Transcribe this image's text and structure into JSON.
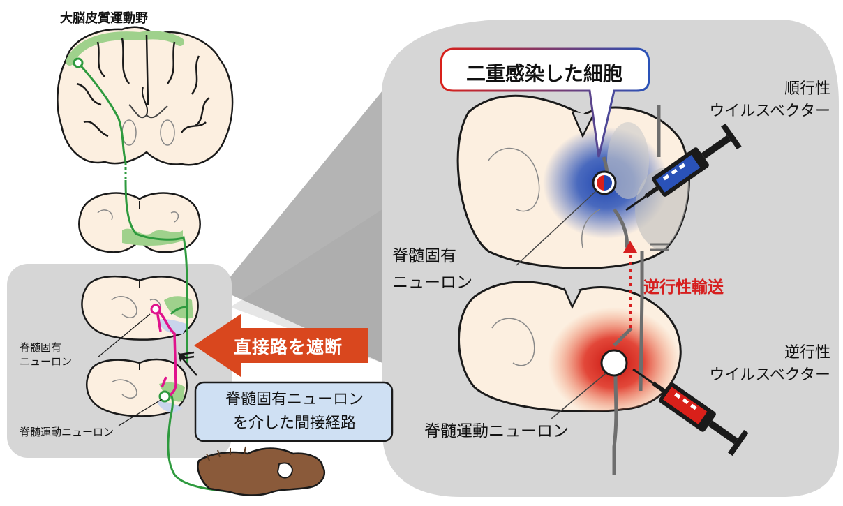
{
  "labels": {
    "motor_cortex": "大脳皮質運動野",
    "propriospinal_left": [
      "脊髄固有",
      "ニューロン"
    ],
    "motoneuron_left": "脊髄運動ニューロン",
    "block_arrow": "直接路を遮断",
    "indirect_box": [
      "脊髄固有ニューロン",
      "を介した間接経路"
    ],
    "double_infected": "二重感染した細胞",
    "anterograde": [
      "順行性",
      "ウイルスベクター"
    ],
    "propriospinal_right": [
      "脊髄固有",
      "ニューロン"
    ],
    "retrograde_transport": "逆行性輸送",
    "retrograde": [
      "逆行性",
      "ウイルスベクター"
    ],
    "motoneuron_right": "脊髄運動ニューロン"
  },
  "colors": {
    "tract_green": "#2e9a3e",
    "green_fill": "#9fd18c",
    "interneuron_magenta": "#e0138c",
    "arrow_red": "#d9471e",
    "transport_red": "#d61f1f",
    "anterograde_blue": "#2a52b8",
    "retrograde_red": "#d9201a",
    "tissue": "#fcefe0",
    "panel_gray": "#d6d6d6",
    "box_blue": "#cfe0f3"
  }
}
